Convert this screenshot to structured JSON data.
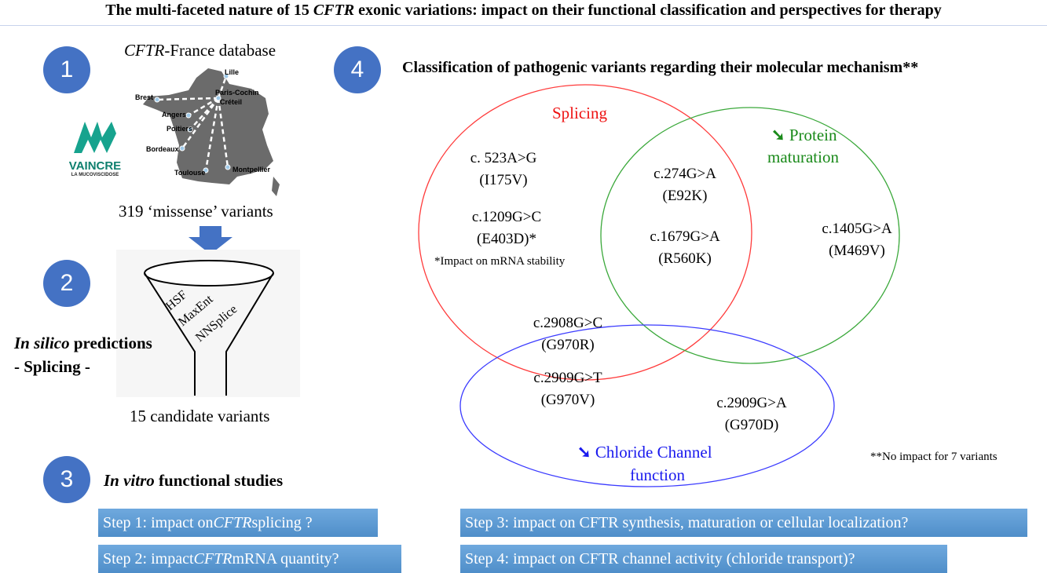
{
  "title_parts": [
    "The multi-faceted nature of 15 ",
    "CFTR",
    " exonic variations: impact on their functional classification and perspectives for therapy"
  ],
  "steps_nums": [
    "1",
    "2",
    "3",
    "4"
  ],
  "db": {
    "italic": "CFTR",
    "rest": "-France database",
    "variants_count": "319 ‘missense’ variants",
    "logo_main": "VAINCRE",
    "logo_sub": "LA MUCOVISCIDOSE",
    "cities": [
      "Lille",
      "Brest",
      "Paris-Cochin",
      "Créteil",
      "Angers",
      "Poitiers",
      "Bordeaux",
      "Toulouse",
      "Montpellier"
    ]
  },
  "funnel": {
    "tools": [
      "HSF",
      "MaxEnt",
      "NNSplice"
    ],
    "label_italic": "In silico",
    "label_rest": " predictions",
    "sublabel": "- Splicing -",
    "candidates": "15 candidate variants"
  },
  "functional": {
    "italic": "In vitro",
    "rest": " functional studies"
  },
  "step_boxes": {
    "step1_a": "Step 1: impact on ",
    "step1_b": "CFTR",
    "step1_c": " splicing ?",
    "step2_a": "Step 2: impact ",
    "step2_b": "CFTR",
    "step2_c": " mRNA quantity?",
    "step3": "Step 3: impact on CFTR synthesis, maturation or cellular localization?",
    "step4": "Step 4: impact on CFTR channel activity (chloride transport)?"
  },
  "venn": {
    "heading": "Classification of pathogenic variants regarding their molecular mechanism**",
    "splicing_label": "Splicing",
    "protein_label_1": "Protein",
    "protein_label_2": "maturation",
    "chloride_label_1": "Chloride Channel",
    "chloride_label_2": "function",
    "arrow": "➘",
    "colors": {
      "splicing": "#ff3b3b",
      "protein": "#3aa83a",
      "chloride": "#3a3aff",
      "protein_text": "#1a8a1a",
      "chloride_text": "#1a1aee",
      "splicing_text": "#ee1111"
    },
    "variants": [
      [
        "c. 523A>G",
        "(I175V)"
      ],
      [
        "c.1209G>C",
        "(E403D)*"
      ],
      [
        "c.274G>A",
        "(E92K)"
      ],
      [
        "c.1679G>A",
        "(R560K)"
      ],
      [
        "c.1405G>A",
        "(M469V)"
      ],
      [
        "c.2908G>C",
        "(G970R)"
      ],
      [
        "c.2909G>T",
        "(G970V)"
      ],
      [
        "c.2909G>A",
        "(G970D)"
      ]
    ],
    "mrna_note": "*Impact on mRNA stability",
    "no_impact_note": "**No impact for 7 variants"
  }
}
